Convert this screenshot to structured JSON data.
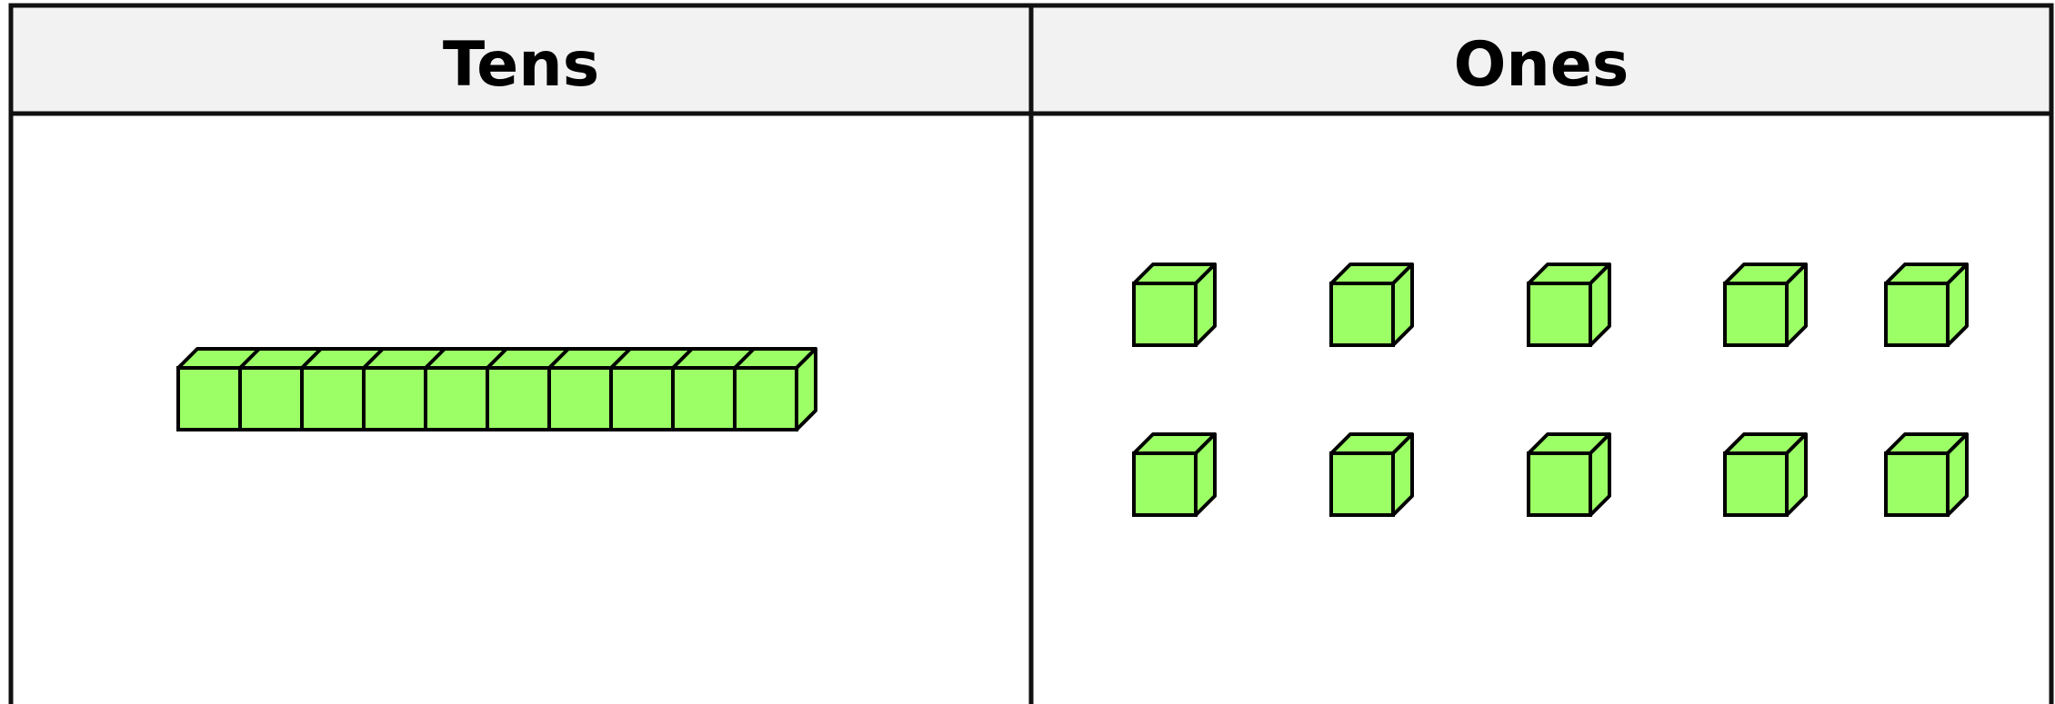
{
  "table": {
    "columns": [
      {
        "header": "Tens",
        "count": 1
      },
      {
        "header": "Ones",
        "count": 10
      }
    ]
  },
  "colors": {
    "block_fill": "#9cff66",
    "header_bg": "#f2f2f2",
    "stroke": "#000000"
  }
}
